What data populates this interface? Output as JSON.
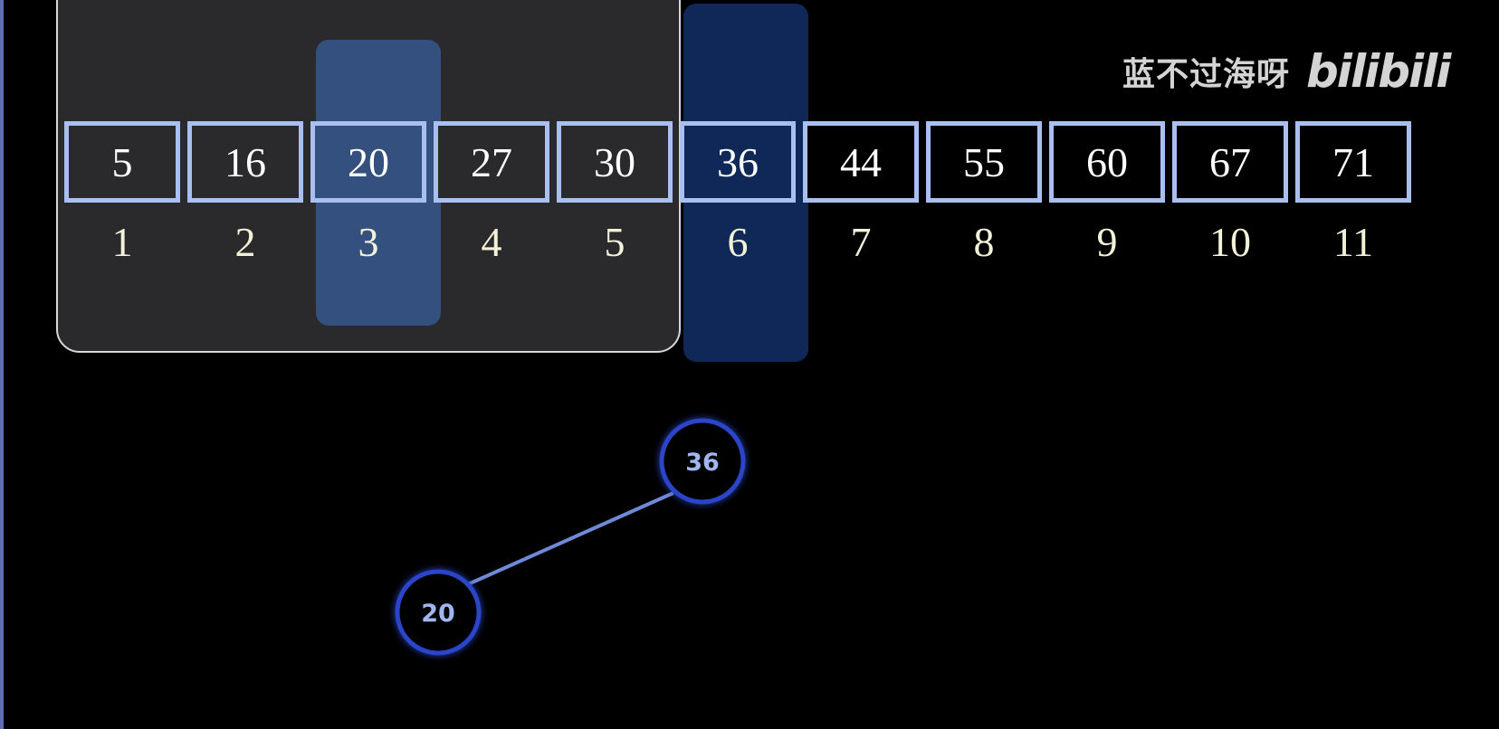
{
  "array": {
    "values": [
      "5",
      "16",
      "20",
      "27",
      "30",
      "36",
      "44",
      "55",
      "60",
      "67",
      "71"
    ],
    "indices": [
      "1",
      "2",
      "3",
      "4",
      "5",
      "6",
      "7",
      "8",
      "9",
      "10",
      "11"
    ],
    "highlighted_range_indices": [
      1,
      2,
      3,
      4,
      5
    ],
    "mid_index": 3,
    "root_index": 6
  },
  "tree": {
    "nodes": [
      {
        "id": "root",
        "label": "36"
      },
      {
        "id": "left-child",
        "label": "20"
      }
    ],
    "edges": [
      [
        "root",
        "left-child"
      ]
    ]
  },
  "watermark": {
    "channel_name": "蓝不过海呀",
    "site_logo": "bilibili"
  },
  "colors": {
    "background": "#000000",
    "range_panel": "#2a2a2d",
    "range_border": "#d7d7d7",
    "mid_highlight": "#34507f",
    "root_highlight": "#0f2858",
    "cell_border": "#a9bff0",
    "index_text": "#f3f1d8",
    "node_stroke": "#2a44c8",
    "node_label": "#9fb6ee",
    "edge": "#7089d6"
  }
}
